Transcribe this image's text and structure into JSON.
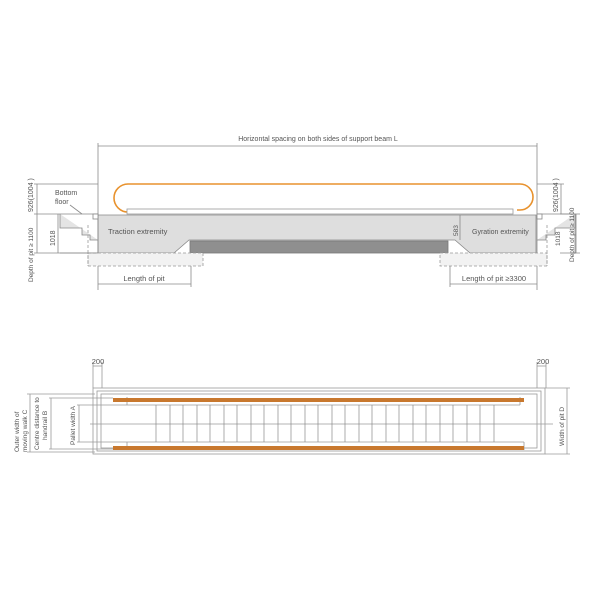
{
  "elevation": {
    "top_dimension": "Horizontal spacing on both sides of support beam L",
    "left_height_dim": "926(1004 )",
    "right_height_dim": "926(1004 )",
    "bottom_floor": [
      "Bottom",
      "floor"
    ],
    "left_pit_depth": "Depth of pit ≥ 1100",
    "right_pit_depth": "Depth of pit ≥ 1100",
    "left_1018": "1018",
    "right_1018": "1018",
    "traction": "Traction extremity",
    "gyration": "Gyration extremity",
    "dim_583": "583",
    "length_left": "Length of pit",
    "length_right": "Length of pit ≥3300"
  },
  "plan": {
    "left_200": "200",
    "right_200": "200",
    "outer_width": [
      "Outer width of",
      "moving walk C"
    ],
    "centre_distance": [
      "Centre distance to",
      "handrail B"
    ],
    "pallet_width": "Pallet width A",
    "width_of_pit": "Width of pit D",
    "pallet_count": 28
  },
  "colors": {
    "handrail": "#e8922e",
    "handrail_plan": "#c8782e",
    "truss": "#dcdcdc",
    "pit_floor": "#8c8c8c",
    "line": "#7a7a7a"
  }
}
